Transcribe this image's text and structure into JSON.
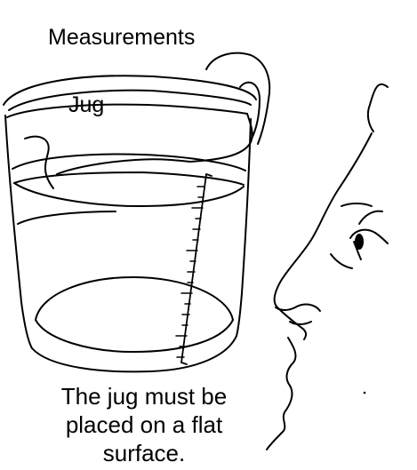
{
  "title": "Measurements",
  "jug_label": "Jug",
  "caption_lines": [
    "The jug must be",
    "placed on a flat",
    "surface."
  ],
  "ink_color": "#000000",
  "background_color": "#ffffff"
}
